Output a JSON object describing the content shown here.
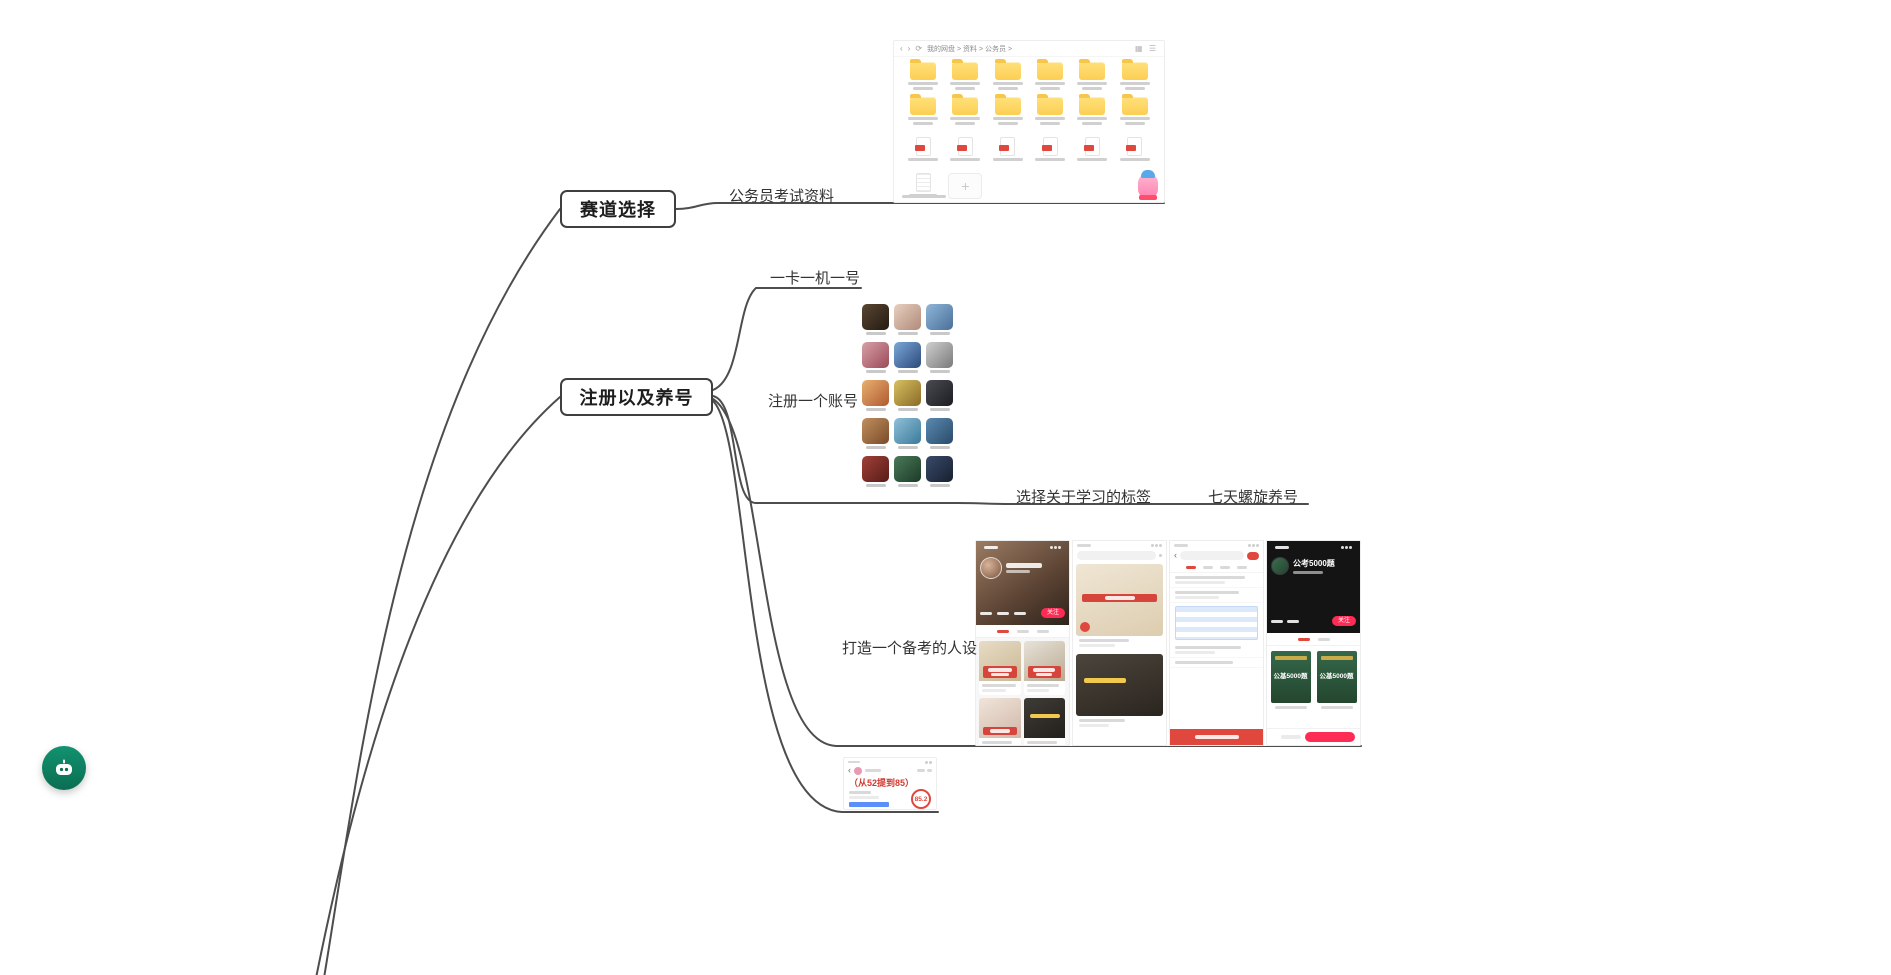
{
  "colors": {
    "line": "#4d4d4d",
    "accent_red": "#fe2c55",
    "folder_yellow": "#fccf54",
    "pdf_red": "#e0483e",
    "book_green": "#2f5c41",
    "score_red": "#e0483e",
    "chart_blue": "#5b8ff9",
    "chat_green": "#0a8a6b"
  },
  "nodes": {
    "track": {
      "label": "赛道选择"
    },
    "register": {
      "label": "注册以及养号"
    }
  },
  "branches": {
    "materials": {
      "label": "公务员考试资料"
    },
    "one_card": {
      "label": "一卡一机一号"
    },
    "account": {
      "label": "注册一个账号"
    },
    "tags": {
      "label": "选择关于学习的标签"
    },
    "spiral": {
      "label": "七天螺旋养号"
    },
    "persona": {
      "label": "打造一个备考的人设"
    }
  },
  "netdisk": {
    "breadcrumb": "我的网盘 > 资料 > 公务员 >",
    "folder_count": 12,
    "pdf_count": 6,
    "plus_label": "+"
  },
  "interest_grid": {
    "tiles": [
      [
        "#5a4632",
        "#241a12"
      ],
      [
        "#e8cfc0",
        "#b08a78"
      ],
      [
        "#8fb6d8",
        "#4a6f9a"
      ],
      [
        "#d8a0a8",
        "#9a4a58"
      ],
      [
        "#7aa8d8",
        "#2c4a7a"
      ],
      [
        "#cfcfcf",
        "#7a7a7a"
      ],
      [
        "#e8b070",
        "#b05a30"
      ],
      [
        "#d8c060",
        "#8a6a28"
      ],
      [
        "#4a4a52",
        "#1c1c22"
      ],
      [
        "#c09060",
        "#7a4a28"
      ],
      [
        "#90c0d8",
        "#3a7a9a"
      ],
      [
        "#5a8ab0",
        "#2a4a6a"
      ],
      [
        "#a04038",
        "#581c18"
      ],
      [
        "#4a7a58",
        "#1c3a28"
      ],
      [
        "#3a4a6a",
        "#16202f"
      ]
    ]
  },
  "phones": {
    "profile_follow": "关注",
    "topic_title": "公考5000题",
    "topic_follow": "关注",
    "book_title": "公基5000题"
  },
  "report": {
    "title": "（从52提到85）",
    "score": "85.2"
  }
}
